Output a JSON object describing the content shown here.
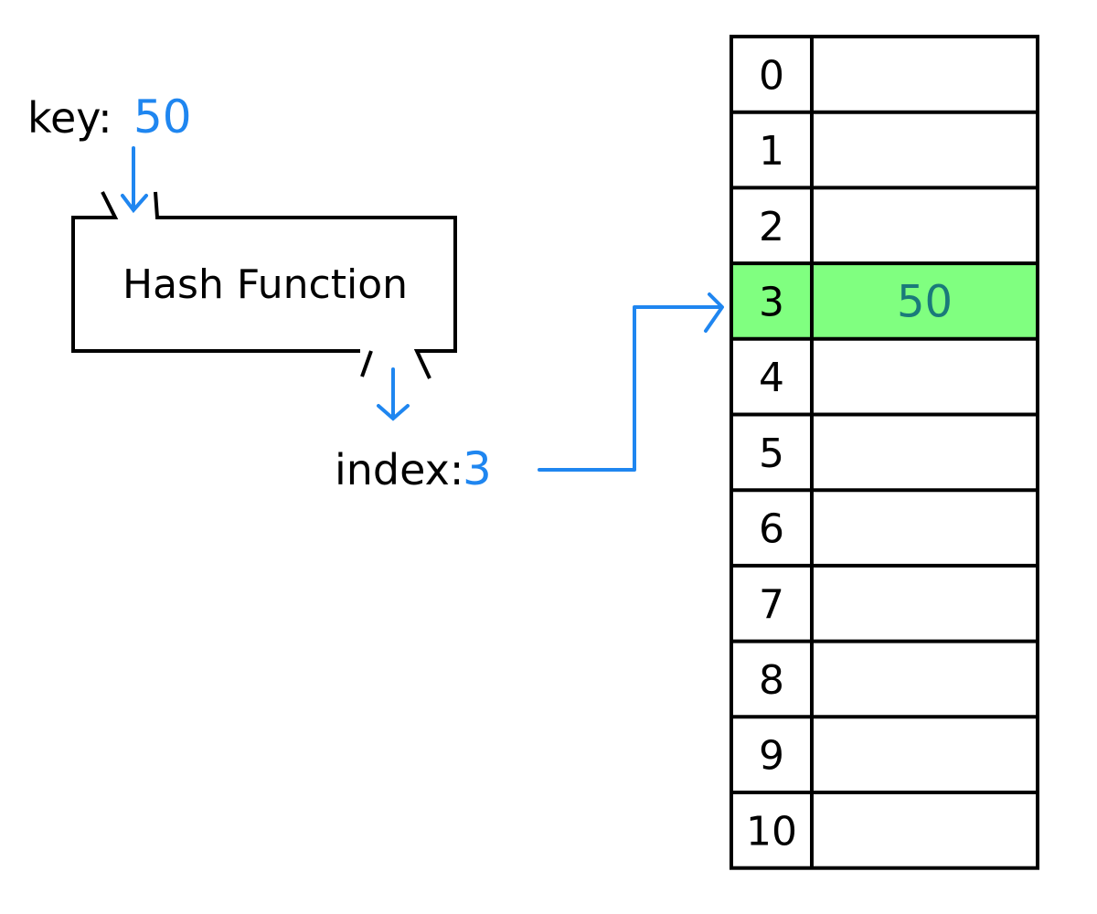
{
  "key": {
    "label": "key:",
    "value": "50"
  },
  "hash_function": {
    "label": "Hash Function"
  },
  "index": {
    "label": "index:",
    "value": "3"
  },
  "table": {
    "highlight_index": 3,
    "rows": [
      {
        "index": "0",
        "value": ""
      },
      {
        "index": "1",
        "value": ""
      },
      {
        "index": "2",
        "value": ""
      },
      {
        "index": "3",
        "value": "50"
      },
      {
        "index": "4",
        "value": ""
      },
      {
        "index": "5",
        "value": ""
      },
      {
        "index": "6",
        "value": ""
      },
      {
        "index": "7",
        "value": ""
      },
      {
        "index": "8",
        "value": ""
      },
      {
        "index": "9",
        "value": ""
      },
      {
        "index": "10",
        "value": ""
      }
    ]
  },
  "colors": {
    "ink": "#000000",
    "accent": "#1f86f0",
    "highlight_fill": "#80ff80",
    "highlight_text": "#1a7a7a"
  }
}
